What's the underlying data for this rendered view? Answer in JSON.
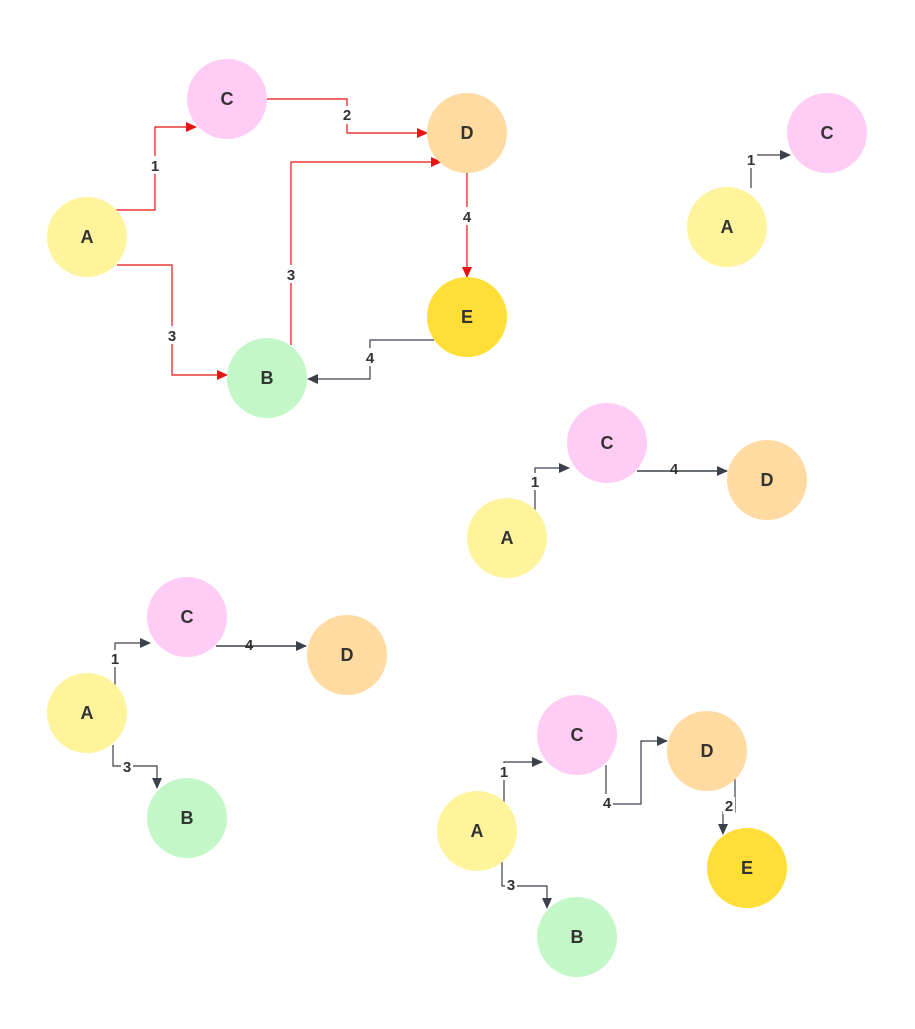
{
  "colors": {
    "A": "#fff49c",
    "B": "#c3f7c8",
    "C": "#ffccf6",
    "D": "#ffdaa1",
    "E": "#ffdf37",
    "edge_red": "#e81313",
    "edge_dark": "#3a414a"
  },
  "graphs": [
    {
      "id": "full",
      "nodes": [
        {
          "id": "A",
          "label": "A"
        },
        {
          "id": "C",
          "label": "C"
        },
        {
          "id": "D",
          "label": "D"
        },
        {
          "id": "E",
          "label": "E"
        },
        {
          "id": "B",
          "label": "B"
        }
      ],
      "edges": [
        {
          "id": "AC",
          "from": "A",
          "to": "C",
          "weight": "1",
          "color": "red"
        },
        {
          "id": "CD",
          "from": "C",
          "to": "D",
          "weight": "2",
          "color": "red"
        },
        {
          "id": "AB",
          "from": "A",
          "to": "B",
          "weight": "3",
          "color": "red"
        },
        {
          "id": "BD",
          "from": "B",
          "to": "D",
          "weight": "3",
          "color": "red"
        },
        {
          "id": "DE",
          "from": "D",
          "to": "E",
          "weight": "4",
          "color": "red"
        },
        {
          "id": "EB",
          "from": "E",
          "to": "B",
          "weight": "4",
          "color": "dark"
        }
      ]
    },
    {
      "id": "step1",
      "nodes": [
        {
          "id": "A",
          "label": "A"
        },
        {
          "id": "C",
          "label": "C"
        }
      ],
      "edges": [
        {
          "id": "AC",
          "from": "A",
          "to": "C",
          "weight": "1"
        }
      ]
    },
    {
      "id": "step2",
      "nodes": [
        {
          "id": "A",
          "label": "A"
        },
        {
          "id": "C",
          "label": "C"
        },
        {
          "id": "D",
          "label": "D"
        }
      ],
      "edges": [
        {
          "id": "AC",
          "from": "A",
          "to": "C",
          "weight": "1"
        },
        {
          "id": "CD",
          "from": "C",
          "to": "D",
          "weight": "4"
        }
      ]
    },
    {
      "id": "step3",
      "nodes": [
        {
          "id": "A",
          "label": "A"
        },
        {
          "id": "C",
          "label": "C"
        },
        {
          "id": "D",
          "label": "D"
        },
        {
          "id": "B",
          "label": "B"
        }
      ],
      "edges": [
        {
          "id": "AC",
          "from": "A",
          "to": "C",
          "weight": "1"
        },
        {
          "id": "CD",
          "from": "C",
          "to": "D",
          "weight": "4"
        },
        {
          "id": "AB",
          "from": "A",
          "to": "B",
          "weight": "3"
        }
      ]
    },
    {
      "id": "step4",
      "nodes": [
        {
          "id": "A",
          "label": "A"
        },
        {
          "id": "C",
          "label": "C"
        },
        {
          "id": "D",
          "label": "D"
        },
        {
          "id": "B",
          "label": "B"
        },
        {
          "id": "E",
          "label": "E"
        }
      ],
      "edges": [
        {
          "id": "AC",
          "from": "A",
          "to": "C",
          "weight": "1"
        },
        {
          "id": "CD",
          "from": "C",
          "to": "D",
          "weight": "4"
        },
        {
          "id": "AB",
          "from": "A",
          "to": "B",
          "weight": "3"
        },
        {
          "id": "DE",
          "from": "D",
          "to": "E",
          "weight": "2"
        }
      ]
    }
  ]
}
